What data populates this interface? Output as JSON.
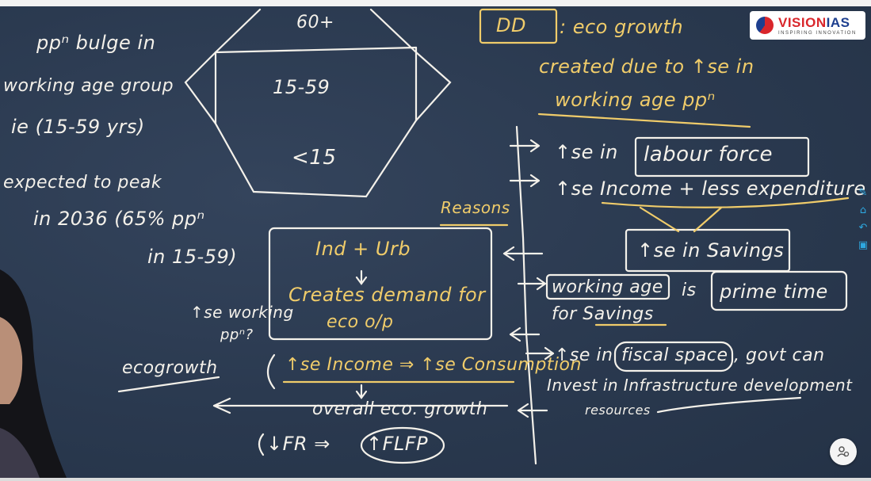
{
  "logo": {
    "brand_prefix": "VISION",
    "brand_suffix": "IAS",
    "tagline": "INSPIRING INNOVATION"
  },
  "left_notes": {
    "line1": "ppⁿ bulge in",
    "line2": "working age group",
    "line3": "ie (15-59 yrs)",
    "line4": "expected to peak",
    "line5": "in 2036 (65% ppⁿ",
    "line6": "in 15-59)"
  },
  "pyramid": {
    "top": "60+",
    "middle": "15-59",
    "bottom": "<15"
  },
  "dd_box": "DD",
  "definition": {
    "line1": ": eco growth",
    "line2": "created due to ↑se in",
    "line3": "working age ppⁿ"
  },
  "reasons_label": "Reasons",
  "ind_box": {
    "line1": "Ind + Urb",
    "line2": "Creates demand for",
    "line3": "eco o/p"
  },
  "side_label": {
    "line1": "↑se working",
    "line2": "ppⁿ?"
  },
  "ecogrowth_label": "ecogrowth",
  "chain": {
    "income_line": "↑se Income ⇒ ↑se Consumption",
    "overall": "overall eco. growth",
    "fr_line": "↓FR ⇒",
    "flfp": "↑FLFP"
  },
  "right_points": {
    "labour": "↑se in",
    "labour_box": "labour force",
    "income": "↑se Income + less expenditure",
    "savings_box": "↑se in Savings",
    "working_box": "working age",
    "is_word": "is",
    "prime_box": "prime time",
    "for_savings": "for Savings",
    "fiscal": "↑se in",
    "fiscal_box": "fiscal space",
    "govt": ", govt can",
    "invest": "Invest in Infrastructure development",
    "resources": "resources"
  },
  "toolbar_icons": [
    "pen-icon",
    "home-icon",
    "undo-icon",
    "screen-icon"
  ],
  "colors": {
    "chalk_white": "#f4f1ea",
    "chalk_yellow": "#f0cc6a",
    "board": "#2b3a50"
  }
}
